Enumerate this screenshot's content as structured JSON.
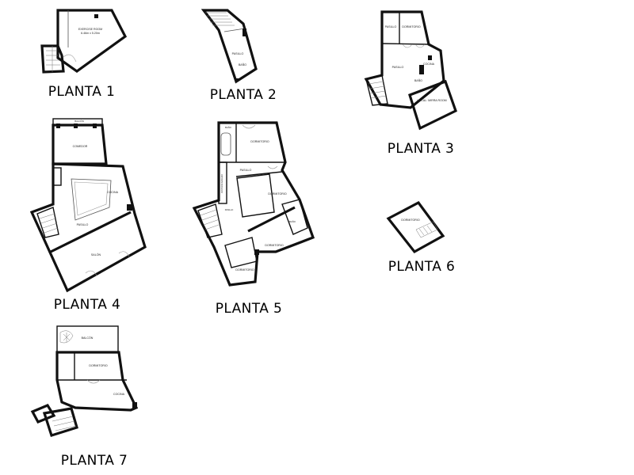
{
  "plans": {
    "p1": {
      "title": "PLANTA 1",
      "rooms": {
        "exercise": "EXERCISE ROOM",
        "dims": "6.46m x 5.20m"
      }
    },
    "p2": {
      "title": "PLANTA 2",
      "rooms": {
        "pasillo": "PASILLO",
        "bano": "BAÑO"
      }
    },
    "p3": {
      "title": "PLANTA 3",
      "rooms": {
        "pasillo_top": "PASILLO",
        "dormitorio": "DORMITORIO",
        "pasillo": "PASILLO",
        "cocina": "COCINA",
        "bano": "BAÑO",
        "local": "LOCAL: MIRRA ROOM"
      }
    },
    "p4": {
      "title": "PLANTA 4",
      "rooms": {
        "balcon": "BALCÓN",
        "comedor": "COMEDOR",
        "cocina": "COCINA",
        "pasillo": "PASILLO",
        "salon": "SALÓN"
      }
    },
    "p5": {
      "title": "PLANTA 5",
      "rooms": {
        "bano_top": "BAÑO",
        "dormitorio_top": "DORMITORIO",
        "pasillo": "PASILLO",
        "vestidor": "VESTIDOR/ARMARIO",
        "pasillo_small": "PASILLO",
        "dormitorio_mid": "DORMITORIO",
        "bano_mid": "BAÑO",
        "dormitorio_low": "DORMITORIO",
        "dormitorio_bottom": "DORMITORIO"
      }
    },
    "p6": {
      "title": "PLANTA 6",
      "rooms": {
        "dormitorio": "DORMITORIO"
      }
    },
    "p7": {
      "title": "PLANTA 7",
      "rooms": {
        "balcon": "BALCÓN",
        "dormitorio": "DORMITORIO",
        "cocina": "COCINA"
      }
    }
  }
}
